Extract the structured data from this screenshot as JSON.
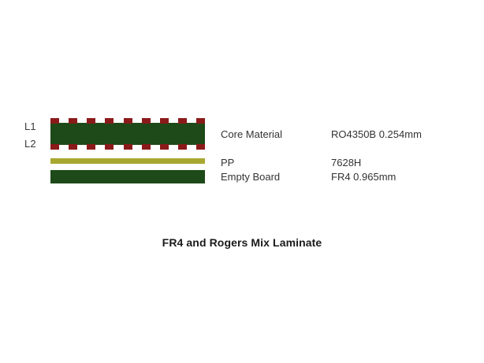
{
  "diagram": {
    "caption": "FR4 and Rogers Mix Laminate",
    "side_labels": {
      "layer1": "L1",
      "layer2": "L2"
    },
    "colors": {
      "background": "#ffffff",
      "copper": "#8b1a1a",
      "core_dielectric": "#1d4a18",
      "prepreg": "#a8a830",
      "empty_board": "#1d4a18",
      "text": "#333333"
    },
    "copper_pad_count_top": 9,
    "copper_pad_count_bottom": 9,
    "annotations": [
      {
        "name": "Core Material",
        "value": "RO4350B 0.254mm"
      },
      {
        "name": "PP",
        "value": "7628H"
      },
      {
        "name": "Empty Board",
        "value": "FR4 0.965mm"
      }
    ]
  }
}
